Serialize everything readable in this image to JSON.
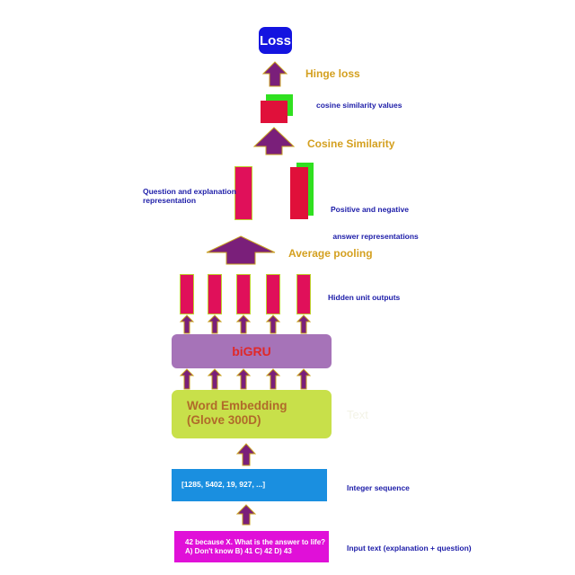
{
  "nodes": {
    "loss": "Loss",
    "bigru": "biGRU",
    "word_embedding_line1": "Word Embedding",
    "word_embedding_line2": "(Glove 300D)",
    "integer_sequence_value": "[1285, 5402, 19, 927, ...]",
    "input_text_value": "42 because X. What is the answer to life? A) Don't know B) 41 C) 42 D) 43"
  },
  "labels": {
    "hinge_loss": "Hinge loss",
    "cosine_similarity_values": "cosine similarity values",
    "cosine_similarity": "Cosine Similarity",
    "question_explanation_line1": "Question and explanation",
    "question_explanation_line2": "representation",
    "pos_neg_line1": "Positive and negative",
    "pos_neg_line2": " answer representations",
    "average_pooling": "Average pooling",
    "hidden_unit_outputs": "Hidden unit outputs",
    "text_ghost": "Text",
    "integer_sequence": "Integer sequence",
    "input_text": "Input text (explanation + question)"
  },
  "colors": {
    "loss": "#1414e0",
    "arrow_fill": "#7a1f7a",
    "arrow_stroke": "#c8a020",
    "bar_pink": "#e0105a",
    "bar_red": "#e0103a",
    "bar_green": "#30e020",
    "bigru": "#a673b8",
    "embedding": "#c8e04a",
    "integer_sequence": "#1a8fe0",
    "input_text": "#e010d8",
    "gold_label": "#d4a020",
    "blue_label": "#1c1ca8"
  }
}
